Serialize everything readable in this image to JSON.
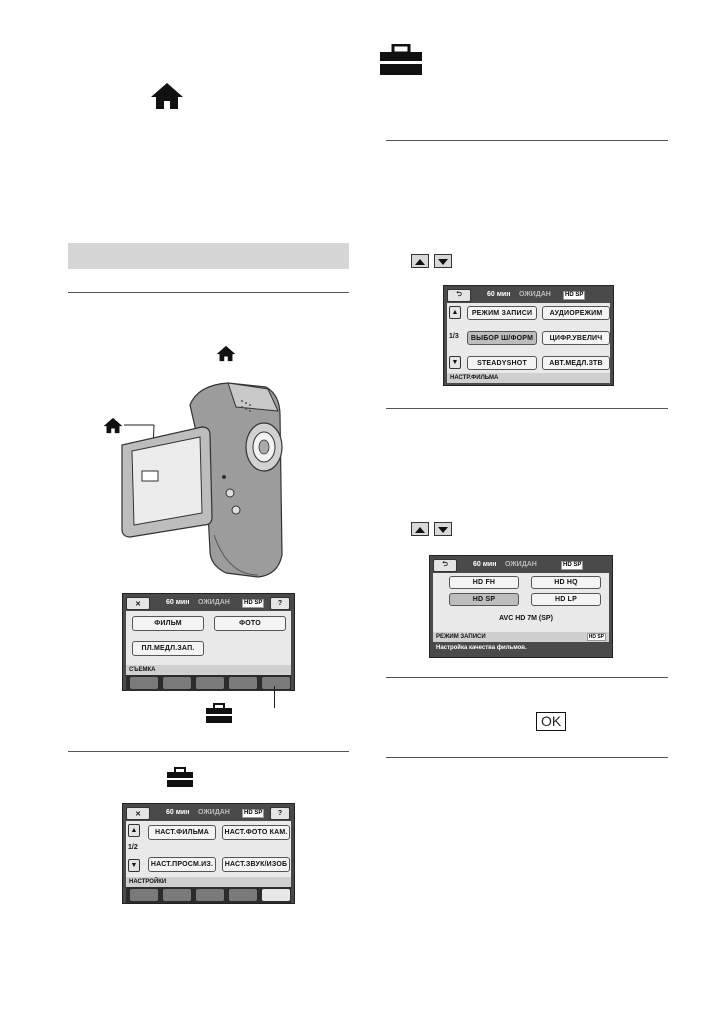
{
  "screen_main": {
    "status": "60 мин",
    "mode": "ОЖИДАН",
    "badge": "HD SP",
    "close": "✕",
    "help": "?",
    "buttons": [
      "ФИЛЬМ",
      "ФОТО",
      "ПЛ.МЕДЛ.ЗАП."
    ],
    "category": "СЪЕМКА"
  },
  "screen_settings": {
    "status": "60 мин",
    "mode": "ОЖИДАН",
    "badge": "HD SP",
    "close": "✕",
    "help": "?",
    "page": "1/2",
    "buttons": [
      "НАСТ.ФИЛЬМА",
      "НАСТ.ФОТО КАМ.",
      "НАСТ.ПРОСМ.ИЗ.",
      "НАСТ.ЗВУК/ИЗОБ"
    ],
    "category": "НАСТРОЙКИ"
  },
  "screen_movie": {
    "status": "60 мин",
    "mode": "ОЖИДАН",
    "badge": "HD SP",
    "page": "1/3",
    "buttons": [
      "РЕЖИМ ЗАПИСИ",
      "АУДИОРЕЖИМ",
      "ВЫБОР Ш/ФОРМ",
      "ЦИФР.УВЕЛИЧ",
      "STEADYSHOT",
      "АВТ.МЕДЛ.ЗТВ"
    ],
    "category": "НАСТР.ФИЛЬМА"
  },
  "screen_rec": {
    "status": "60 мин",
    "mode": "ОЖИДАН",
    "badge": "HD SP",
    "buttons": [
      "HD FH",
      "HD HQ",
      "HD SP",
      "HD LP"
    ],
    "info": "AVC HD 7M (SP)",
    "category": "РЕЖИМ ЗАПИСИ",
    "badge2": "HD SP",
    "description": "Настройка качества фильмов."
  },
  "ok_label": "OK"
}
